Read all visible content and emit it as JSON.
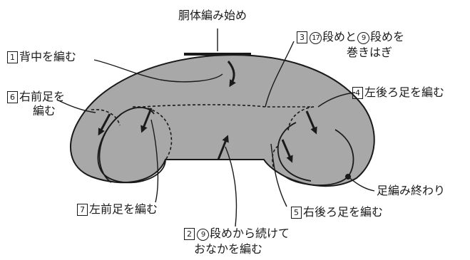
{
  "diagram": {
    "colors": {
      "body_fill": "#a8a8a8",
      "outline": "#1a1a1a",
      "background": "#ffffff"
    },
    "labels": {
      "start": {
        "text": "胴体編み始め"
      },
      "step1": {
        "num": "1",
        "text": "背中を編む"
      },
      "step3": {
        "num": "3",
        "ring1": "17",
        "mid": "段めと",
        "ring2": "9",
        "text1_end": "段めを",
        "text2": "巻きはぎ"
      },
      "step4": {
        "num": "4",
        "text": "左後ろ足を編む"
      },
      "step6": {
        "num": "6",
        "text1": "右前足を",
        "text2": "編む"
      },
      "end": {
        "text": "足編み終わり"
      },
      "step7": {
        "num": "7",
        "text": "左前足を編む"
      },
      "step5": {
        "num": "5",
        "text": "右後ろ足を編む"
      },
      "step2": {
        "ring": "9",
        "num": "2",
        "text1": "段めから続けて",
        "text2": "おなかを編む"
      }
    }
  }
}
